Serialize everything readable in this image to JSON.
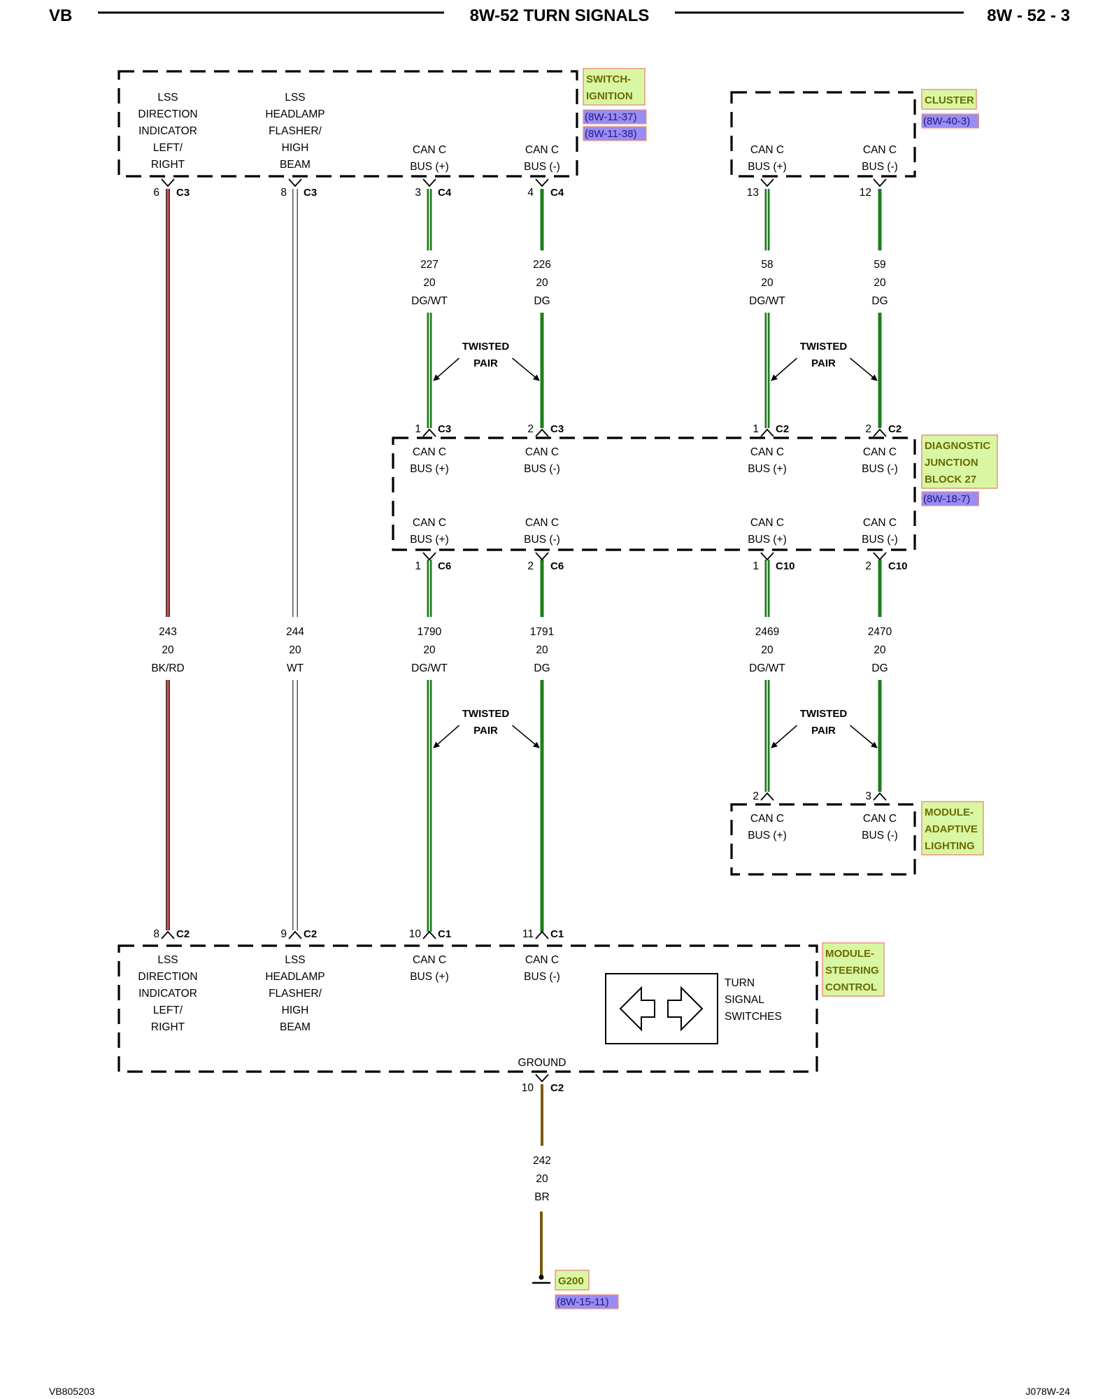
{
  "header": {
    "left": "VB",
    "title": "8W-52 TURN SIGNALS",
    "right": "8W - 52 - 3"
  },
  "footer": {
    "left": "VB805203",
    "right": "J078W-24"
  },
  "colors": {
    "dg": "#1e7d1e",
    "dgwt_stripe": "#ffffff",
    "bkrd_stripe": "#d0504e",
    "br": "#7a5a12",
    "wt_edge": "#555555",
    "tag_fill": "#d9f7a3",
    "tag_border": "#e8957d",
    "ref_fill": "#9a8cf0"
  },
  "components": {
    "switch_ignition": {
      "tag": [
        "SWITCH-",
        "IGNITION"
      ],
      "refs": [
        "(8W-11-37)",
        "(8W-11-38)"
      ],
      "labels": [
        [
          "LSS",
          "DIRECTION",
          "INDICATOR",
          "LEFT/",
          "RIGHT"
        ],
        [
          "LSS",
          "HEADLAMP",
          "FLASHER/",
          "HIGH",
          "BEAM"
        ],
        [
          "CAN C",
          "BUS (+)"
        ],
        [
          "CAN C",
          "BUS (-)"
        ]
      ]
    },
    "cluster": {
      "tag": [
        "CLUSTER"
      ],
      "refs": [
        "(8W-40-3)"
      ],
      "labels": [
        [
          "CAN C",
          "BUS (+)"
        ],
        [
          "CAN C",
          "BUS (-)"
        ]
      ]
    },
    "diag_junction": {
      "tag": [
        "DIAGNOSTIC",
        "JUNCTION",
        "BLOCK 27"
      ],
      "refs": [
        "(8W-18-7)"
      ],
      "labels": [
        [
          "CAN C",
          "BUS (+)"
        ],
        [
          "CAN C",
          "BUS (-)"
        ],
        [
          "CAN C",
          "BUS (+)"
        ],
        [
          "CAN C",
          "BUS (-)"
        ],
        [
          "CAN C",
          "BUS (+)"
        ],
        [
          "CAN C",
          "BUS (-)"
        ],
        [
          "CAN C",
          "BUS (+)"
        ],
        [
          "CAN C",
          "BUS (-)"
        ]
      ]
    },
    "adaptive_lighting": {
      "tag": [
        "MODULE-",
        "ADAPTIVE",
        "LIGHTING"
      ],
      "labels": [
        [
          "CAN C",
          "BUS (+)"
        ],
        [
          "CAN C",
          "BUS (-)"
        ]
      ]
    },
    "steering_control": {
      "tag": [
        "MODULE-",
        "STEERING",
        "CONTROL"
      ],
      "labels": [
        [
          "LSS",
          "DIRECTION",
          "INDICATOR",
          "LEFT/",
          "RIGHT"
        ],
        [
          "LSS",
          "HEADLAMP",
          "FLASHER/",
          "HIGH",
          "BEAM"
        ],
        [
          "CAN C",
          "BUS (+)"
        ],
        [
          "CAN C",
          "BUS (-)"
        ]
      ],
      "turn_signal": [
        "TURN",
        "SIGNAL",
        "SWITCHES"
      ],
      "ground_label": "GROUND"
    },
    "ground": {
      "tag": "G200",
      "ref": "(8W-15-11)"
    }
  },
  "twisted_pair": [
    "TWISTED",
    "PAIR"
  ],
  "pins": {
    "si": [
      [
        "6",
        "C3"
      ],
      [
        "8",
        "C3"
      ],
      [
        "3",
        "C4"
      ],
      [
        "4",
        "C4"
      ]
    ],
    "cl": [
      [
        "13",
        ""
      ],
      [
        "12",
        ""
      ]
    ],
    "dj_top": [
      [
        "1",
        "C3"
      ],
      [
        "2",
        "C3"
      ],
      [
        "1",
        "C2"
      ],
      [
        "2",
        "C2"
      ]
    ],
    "dj_bot": [
      [
        "1",
        "C6"
      ],
      [
        "2",
        "C6"
      ],
      [
        "1",
        "C10"
      ],
      [
        "2",
        "C10"
      ]
    ],
    "al": [
      [
        "2",
        ""
      ],
      [
        "3",
        ""
      ]
    ],
    "sc": [
      [
        "8",
        "C2"
      ],
      [
        "9",
        "C2"
      ],
      [
        "10",
        "C1"
      ],
      [
        "11",
        "C1"
      ]
    ],
    "gnd": [
      [
        "10",
        "C2"
      ]
    ]
  },
  "wires": {
    "upper": [
      [
        "227",
        "20",
        "DG/WT"
      ],
      [
        "226",
        "20",
        "DG"
      ],
      [
        "58",
        "20",
        "DG/WT"
      ],
      [
        "59",
        "20",
        "DG"
      ]
    ],
    "lower": [
      [
        "243",
        "20",
        "BK/RD"
      ],
      [
        "244",
        "20",
        "WT"
      ],
      [
        "1790",
        "20",
        "DG/WT"
      ],
      [
        "1791",
        "20",
        "DG"
      ],
      [
        "2469",
        "20",
        "DG/WT"
      ],
      [
        "2470",
        "20",
        "DG"
      ]
    ],
    "ground": [
      [
        "242",
        "20",
        "BR"
      ]
    ]
  }
}
